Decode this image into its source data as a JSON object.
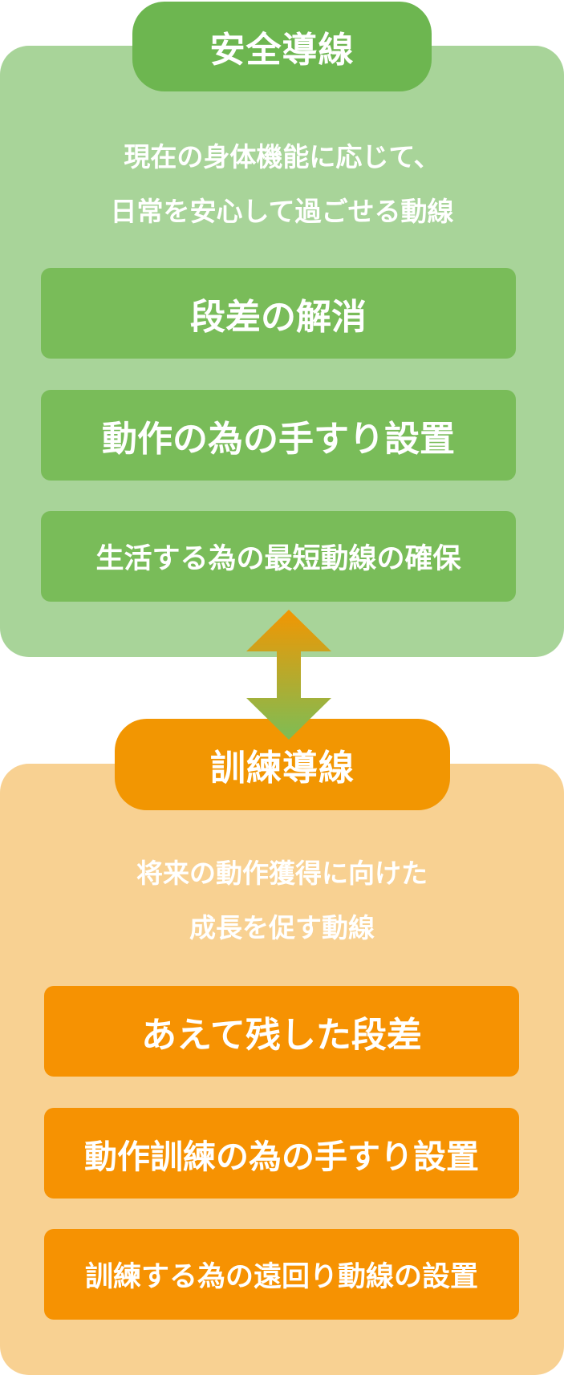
{
  "safety": {
    "title": "安全導線",
    "description_line1": "現在の身体機能に応じて、",
    "description_line2": "日常を安心して過ごせる動線",
    "items": [
      {
        "label": "段差の解消"
      },
      {
        "label": "動作の為の手すり設置"
      },
      {
        "label": "生活する為の最短動線の確保"
      }
    ],
    "colors": {
      "panel": "#a8d499",
      "pill": "#6db650",
      "item": "#79bc59"
    }
  },
  "connector": {
    "icon": "double-headed-vertical-arrow",
    "gradient_top": "#f29602",
    "gradient_bottom": "#7dbd55"
  },
  "training": {
    "title": "訓練導線",
    "description_line1": "将来の動作獲得に向けた",
    "description_line2": "成長を促す動線",
    "items": [
      {
        "label": "あえて残した段差"
      },
      {
        "label": "動作訓練の為の手すり設置"
      },
      {
        "label": "訓練する為の遠回り動線の設置"
      }
    ],
    "colors": {
      "panel": "#f8d192",
      "pill": "#f29602",
      "item": "#f69202"
    }
  }
}
